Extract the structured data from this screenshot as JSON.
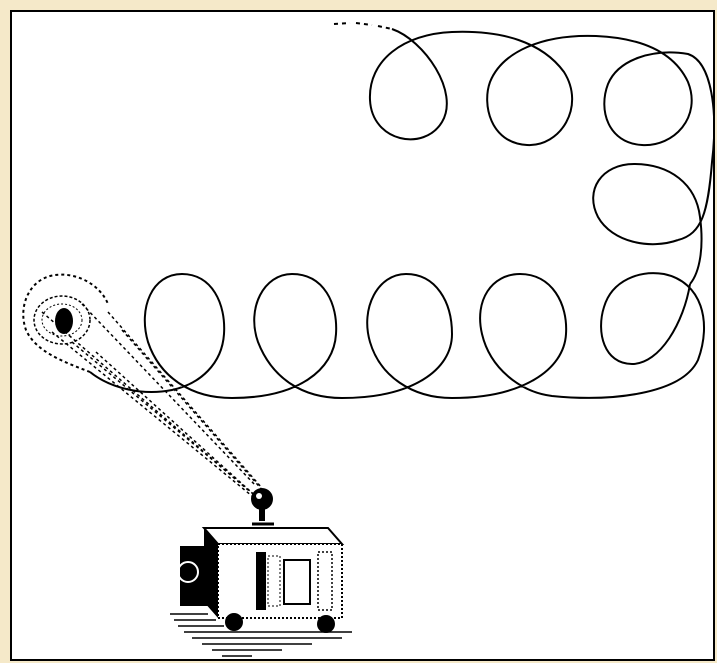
{
  "colors": {
    "outer_background": "#f5e9c9",
    "canvas_background": "#ffffff",
    "ink": "#000000"
  },
  "scene": {
    "path_style": "looping-trail",
    "loop_count": 10,
    "robot_icon": "robot-with-searchlight",
    "beam_icon": "searchlight-beam",
    "target_icon": "spotlight-target"
  }
}
